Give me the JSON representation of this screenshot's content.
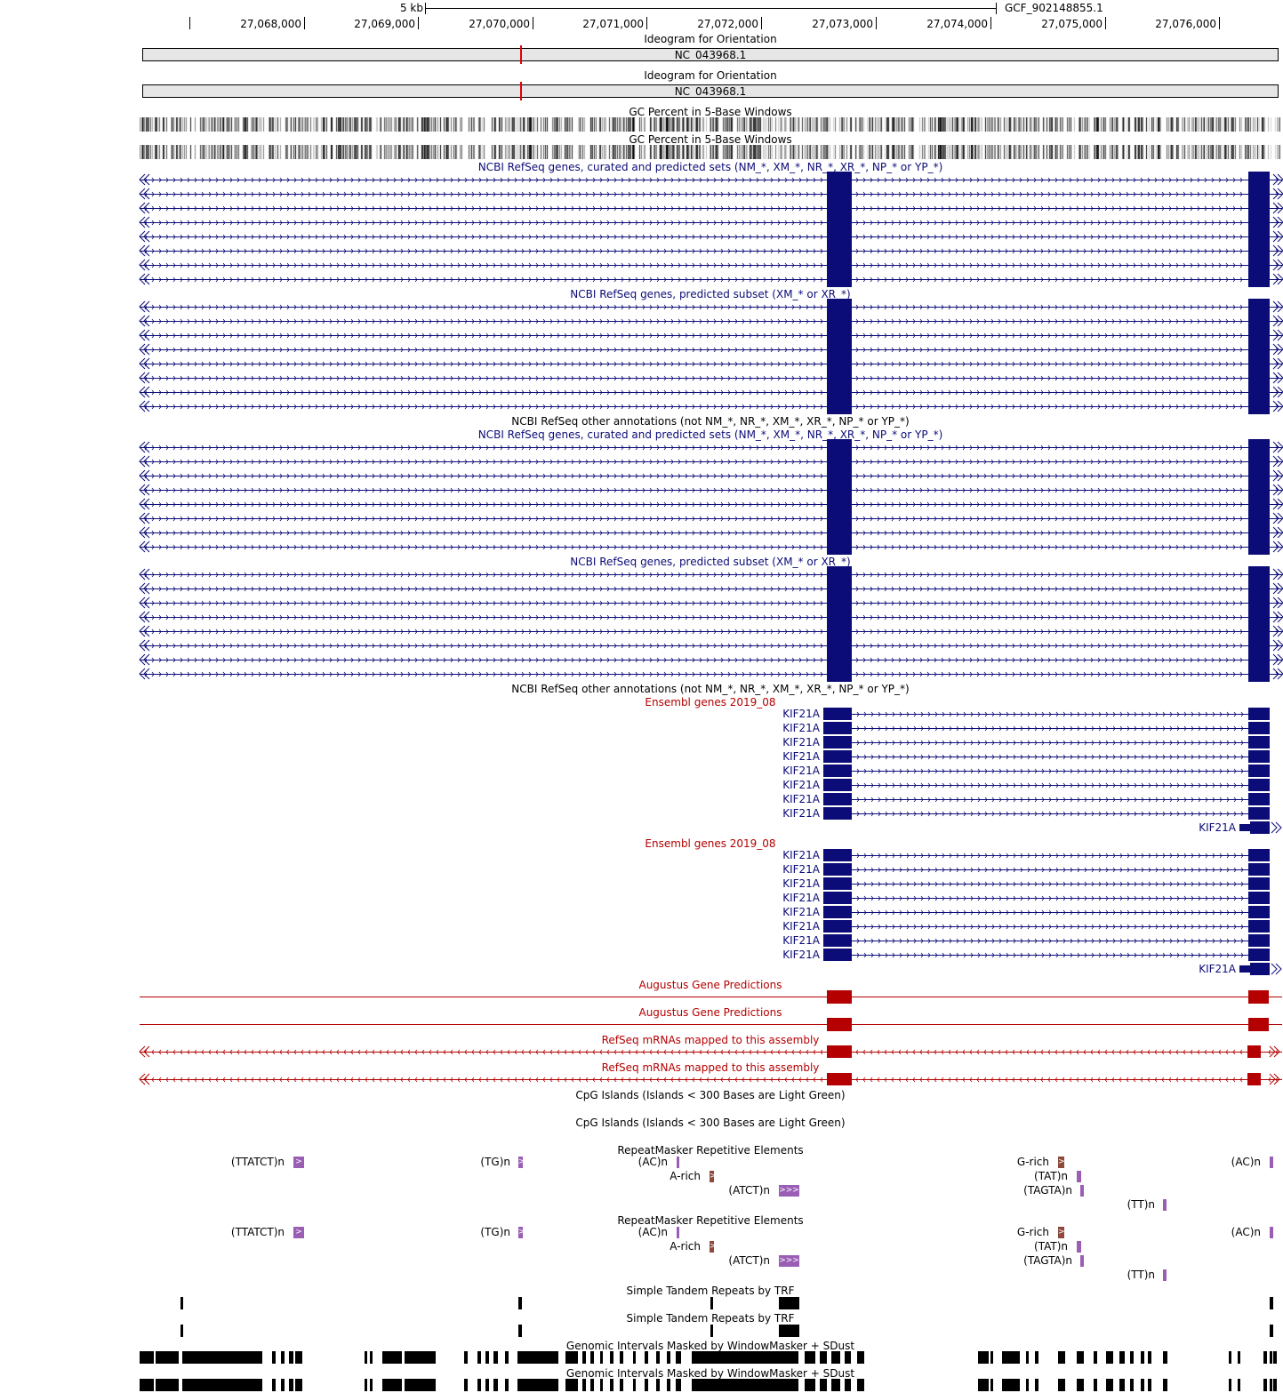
{
  "ruler": {
    "scale_label": "5 kb",
    "assembly": "GCF_902148855.1",
    "positions": [
      "27,068,000",
      "27,069,000",
      "27,070,000",
      "27,071,000",
      "27,072,000",
      "27,073,000",
      "27,074,000",
      "27,075,000",
      "27,076,000"
    ]
  },
  "ideogram": {
    "title": "Ideogram for Orientation",
    "chrom": "NC_043968.1"
  },
  "gc": {
    "title": "GC Percent in 5-Base Windows"
  },
  "refseq": {
    "curated_title": "NCBI RefSeq genes, curated and predicted sets (NM_*, XM_*, NR_*, XR_*, NP_* or YP_*)",
    "predicted_title": "NCBI RefSeq genes, predicted subset (XM_* or XR_*)",
    "other_title": "NCBI RefSeq other annotations (not NM_*, NR_*, XM_*, XR_*, NP_* or YP_*)"
  },
  "ensembl": {
    "title": "Ensembl genes 2019_08",
    "gene": "KIF21A"
  },
  "augustus": {
    "title": "Augustus Gene Predictions"
  },
  "mrna": {
    "title": "RefSeq mRNAs mapped to this assembly"
  },
  "cpg": {
    "title": "CpG Islands (Islands < 300 Bases are Light Green)"
  },
  "rmsk": {
    "title": "RepeatMasker Repetitive Elements",
    "items": [
      "(TTATCT)n",
      "(TG)n",
      "(AC)n",
      "A-rich",
      "(ATCT)n",
      "G-rich",
      "(TAT)n",
      "(TAGTA)n",
      "(TT)n",
      "(AC)n"
    ]
  },
  "trf": {
    "title": "Simple Tandem Repeats by TRF"
  },
  "wm": {
    "title": "Genomic Intervals Masked by WindowMasker + SDust"
  },
  "colors": {
    "gene_blue": "#0c0c78",
    "track_title_blue": "#0c0c78",
    "track_title_red": "#b40000",
    "augustus_red": "#b40000",
    "repeat_purple": "#9a5fb4",
    "repeat_brown": "#8c4a3c",
    "ideogram_fill": "#e6e6e6",
    "ideogram_marker": "#e60000"
  }
}
